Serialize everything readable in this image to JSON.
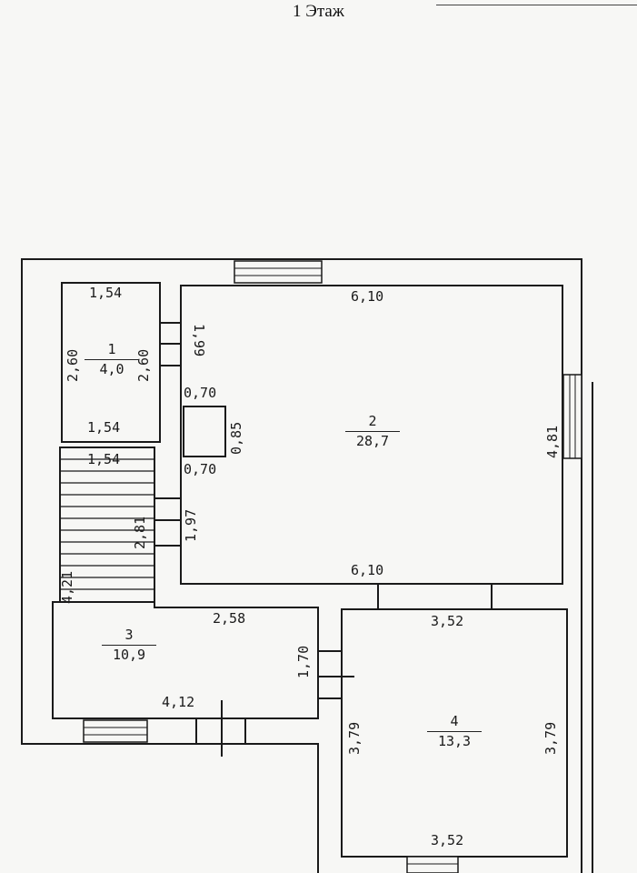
{
  "title": "1 Этаж",
  "rooms": [
    {
      "number": "1",
      "area": "4,0"
    },
    {
      "number": "2",
      "area": "28,7"
    },
    {
      "number": "3",
      "area": "10,9"
    },
    {
      "number": "4",
      "area": "13,3"
    }
  ],
  "dimensions": {
    "r1_top": "1,54",
    "r1_bottom": "1,54",
    "r1_left": "2,60",
    "r1_right": "2,60",
    "door_1_99": "1,99",
    "stair_top": "1,54",
    "stair_side_2_81": "2,81",
    "stair_side_1_97": "1,97",
    "stair_left_4_21": "4,21",
    "col_top": "0,70",
    "col_bottom": "0,70",
    "col_side": "0,85",
    "r2_top": "6,10",
    "r2_bottom": "6,10",
    "r2_right": "4,81",
    "r3_top": "2,58",
    "r3_bottom": "4,12",
    "r3_right": "1,70",
    "r4_top": "3,52",
    "r4_bottom": "3,52",
    "r4_left": "3,79",
    "r4_right": "3,79"
  },
  "colors": {
    "line": "#1a1a1a",
    "background": "#f7f7f5"
  }
}
